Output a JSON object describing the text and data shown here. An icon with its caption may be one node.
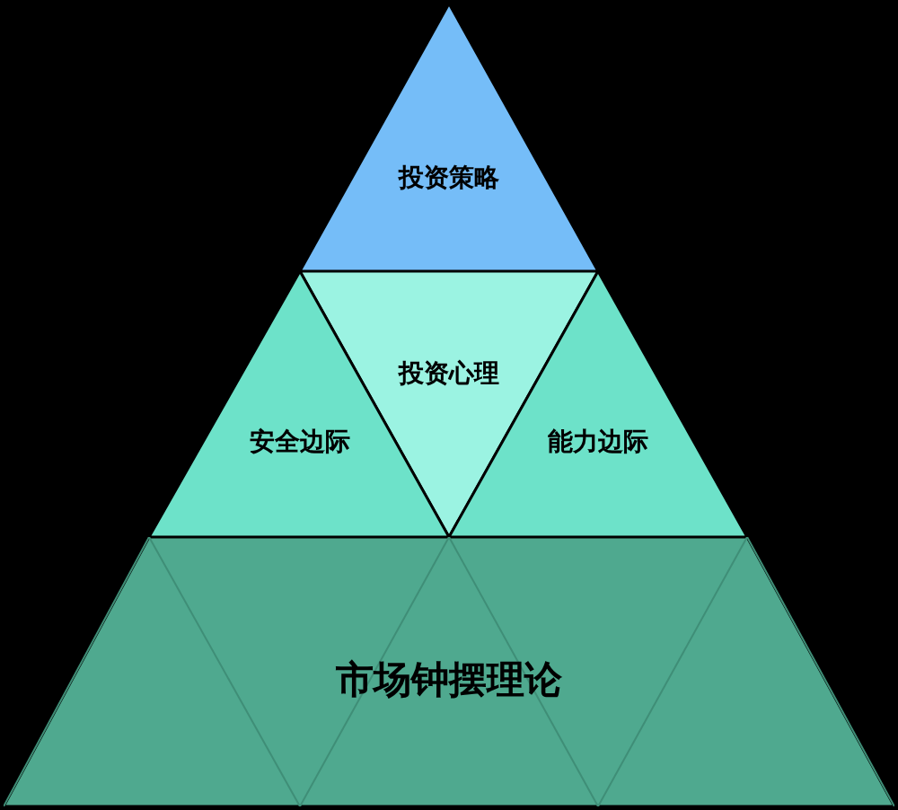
{
  "diagram": {
    "nodes": [
      {
        "text": [
          "投资策略"
        ]
      },
      {
        "text": [
          "投资心理"
        ]
      },
      {
        "text": [
          "安全边际"
        ]
      },
      {
        "text": [
          "能力边际"
        ]
      },
      {
        "text": [
          "市场钟摆理论"
        ]
      }
    ]
  }
}
